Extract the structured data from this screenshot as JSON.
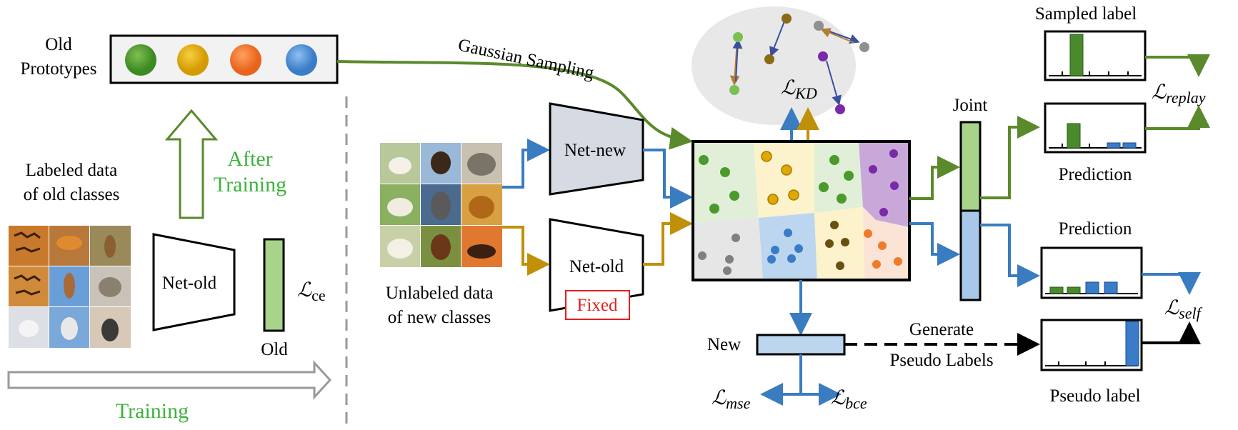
{
  "labels": {
    "old_prototypes_line1": "Old",
    "old_prototypes_line2": "Prototypes",
    "labeled_line1": "Labeled data",
    "labeled_line2": "of  old classes",
    "after_line1": "After",
    "after_line2": "Training",
    "net_old_left": "Net-old",
    "old_bar": "Old",
    "training": "Training",
    "gaussian_sampling": "Gaussian Sampling",
    "unlabeled_line1": "Unlabeled data",
    "unlabeled_line2": "of new classes",
    "net_new": "Net-new",
    "net_old_right": "Net-old",
    "fixed": "Fixed",
    "joint": "Joint",
    "new_bar": "New",
    "generate_line1": "Generate",
    "generate_line2": "Pseudo Labels",
    "sampled_label": "Sampled label",
    "prediction_top": "Prediction",
    "prediction_mid": "Prediction",
    "pseudo_label": "Pseudo label"
  },
  "losses": {
    "ce": {
      "symbol": "ℒ",
      "sub": "ce"
    },
    "kd": {
      "symbol": "ℒ",
      "sub": "KD"
    },
    "replay": {
      "symbol": "ℒ",
      "sub": "replay"
    },
    "self": {
      "symbol": "ℒ",
      "sub": "self"
    },
    "mse": {
      "symbol": "ℒ",
      "sub": "mse"
    },
    "bce": {
      "symbol": "ℒ",
      "sub": "bce"
    }
  },
  "colors": {
    "proto_green": "#4a9a2c",
    "proto_yellow": "#e0a800",
    "proto_orange": "#f07a28",
    "proto_blue": "#4a8fd8",
    "path_green": "#5a8a2c",
    "path_blue": "#3a7cc0",
    "path_gold": "#c0900a",
    "accent_text": "#3db23d",
    "fixed_red": "#e02020"
  },
  "images": {
    "old_grid_icons": [
      "tiger-image",
      "tiger-water-image",
      "kangaroo-image",
      "tiger-image",
      "kangaroo-image",
      "cat-image",
      "kitten-image",
      "husky-image",
      "husky-image"
    ],
    "new_grid_icons": [
      "sheep-image",
      "horse-image",
      "elephant-image",
      "sheep-image",
      "elephant-image",
      "lion-image",
      "sheep-image",
      "horse-image",
      "lion-image"
    ]
  }
}
